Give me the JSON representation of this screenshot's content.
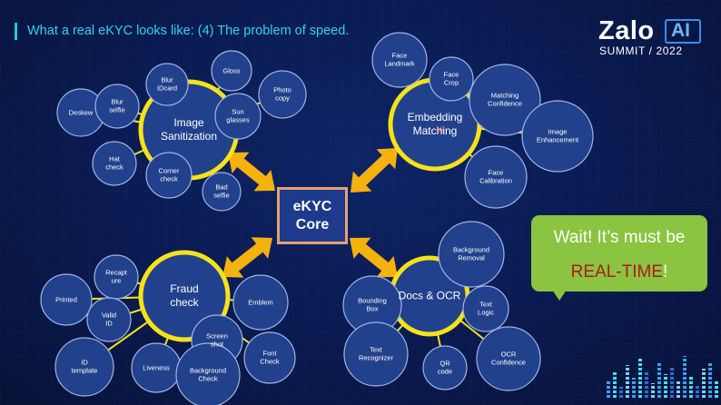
{
  "slide": {
    "title": "What a real eKYC looks like: (4) The problem of speed.",
    "logo": {
      "word": "Zalo",
      "ai_mark": "AI",
      "subtitle": "SUMMIT / 2022"
    },
    "core": {
      "line1": "eKYC",
      "line2": "Core"
    }
  },
  "hubs": {
    "image_sanitization": {
      "label": "Image\nSanitization"
    },
    "embedding_matching": {
      "label": "Embedding\nMatching"
    },
    "fraud_check": {
      "label": "Fraud\ncheck"
    },
    "docs_ocr": {
      "label": "Docs & OCR"
    }
  },
  "nodes": {
    "deskew": "Deskew",
    "blur_selfie": "Blur\nselfie",
    "blur_idcard": "Blur\nIDcard",
    "gloss": "Gloss",
    "photo_copy": "Photo\ncopy",
    "sun_glasses": "Sun\nglasses",
    "hat_check": "Hat\ncheck",
    "corner_check": "Corner\ncheck",
    "bad_selfie": "Bad\nselfie",
    "face_landmark": "Face\nLandmark",
    "face_crop": "Face\nCrop",
    "matching_confidence": "Matching\nConfidence",
    "image_enhancement": "Image\nEnhancement",
    "face_calibration": "Face\nCalibration",
    "recapture": "Recapt\nure",
    "printed": "Printed",
    "valid_id": "Valid\nID",
    "emblem": "Emblem",
    "screen_shot": "Screen\nshot",
    "font_check": "Font\nCheck",
    "id_template": "ID\ntemplate",
    "liveness": "Liveness",
    "background_check": "Background\nCheck",
    "background_removal": "Background\nRemoval",
    "bounding_box": "Bounding\nBox",
    "text_logic": "Text\nLogic",
    "text_recognizer": "Text\nRecognizer",
    "qr_code": "QR\ncode",
    "ocr_confidence": "OCR\nConfidence"
  },
  "callout": {
    "line1": "Wait! It’s must be",
    "line2_main": "REAL-TIME",
    "line2_end": "!"
  },
  "colors": {
    "background": "#0a1a4f",
    "node_fill": "#22418c",
    "hub_ring": "#f5e21a",
    "connector": "#f5e21a",
    "arrow": "#f5b10c",
    "title": "#2fd3ee",
    "callout": "#8ac440",
    "callout_red": "#b01818",
    "core_border": "#e8a070"
  }
}
